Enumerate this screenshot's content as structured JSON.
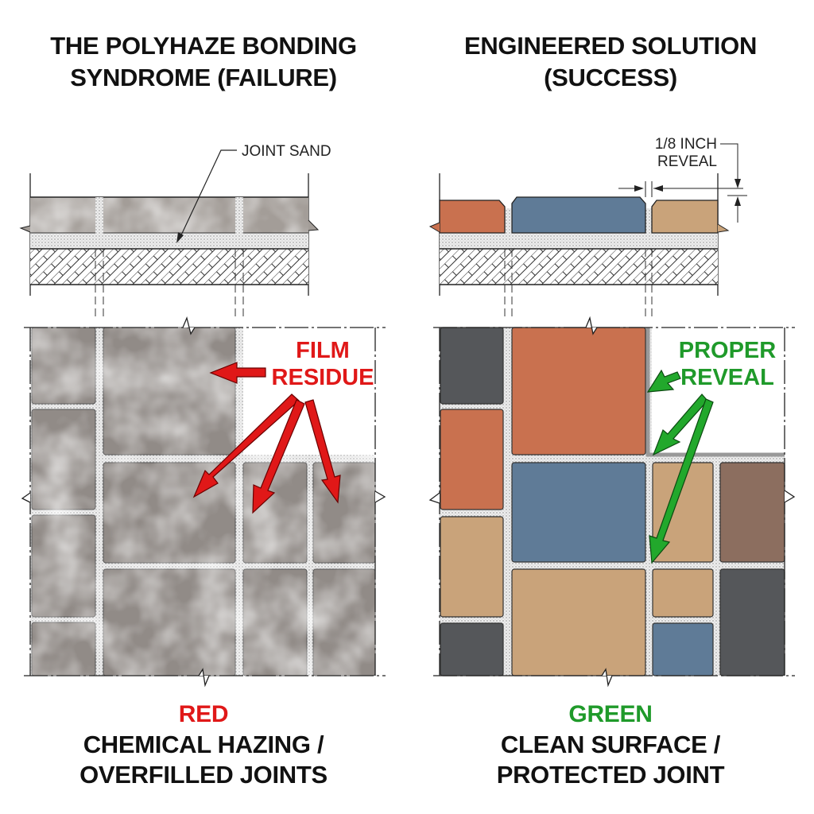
{
  "left_panel": {
    "title_line1": "THE POLYHAZE BONDING",
    "title_line2": "SYNDROME (FAILURE)",
    "section_label": "JOINT SAND",
    "callout_line1": "FILM",
    "callout_line2": "RESIDUE",
    "legend_key": "RED",
    "legend_line1": "CHEMICAL HAZING /",
    "legend_line2": "OVERFILLED JOINTS",
    "accent_color": "#e01818"
  },
  "right_panel": {
    "title_line1": "ENGINEERED SOLUTION",
    "title_line2": "(SUCCESS)",
    "dimension_label_line1": "1/8 INCH",
    "dimension_label_line2": "REVEAL",
    "callout_line1": "PROPER",
    "callout_line2": "REVEAL",
    "legend_key": "GREEN",
    "legend_line1": "CLEAN SURFACE /",
    "legend_line2": "PROTECTED JOINT",
    "accent_color": "#1f9a2a"
  },
  "paver_colors": {
    "hazed_gray": "#8f8a86",
    "terracotta": "#c9714f",
    "slate_blue": "#5f7b97",
    "tan": "#c9a37a",
    "charcoal": "#55575a",
    "brown": "#8c6e5f",
    "joint_sand": "#e6e6e6"
  }
}
